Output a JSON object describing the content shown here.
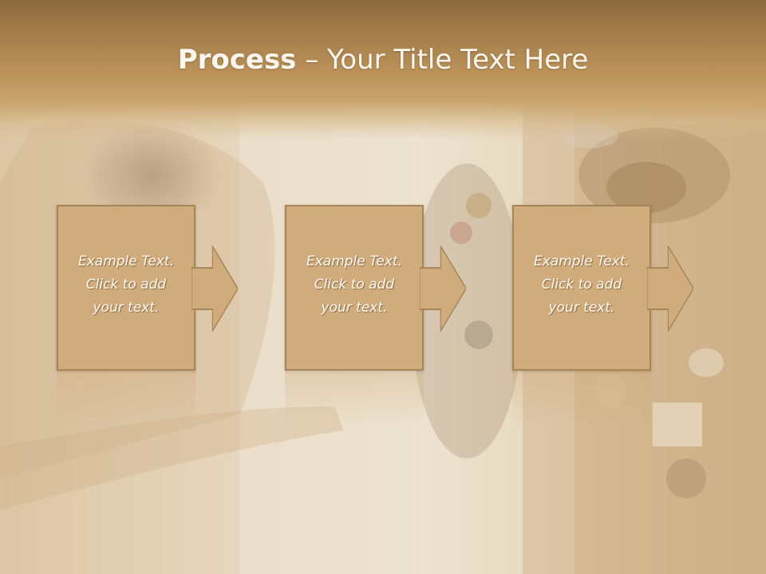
{
  "slide": {
    "title_bold": "Process",
    "title_rest": " – Your Title Text Here"
  },
  "steps": [
    {
      "line1": "Example Text.",
      "line2": "Click  to add",
      "line3": "your text."
    },
    {
      "line1": "Example Text.",
      "line2": "Click  to add",
      "line3": "your text."
    },
    {
      "line1": "Example Text.",
      "line2": "Click  to add",
      "line3": "your text."
    }
  ],
  "colors": {
    "header": "#a07b48",
    "box_fill": "#d0ab7c",
    "box_border": "#a68659",
    "text": "#fffaf2"
  }
}
